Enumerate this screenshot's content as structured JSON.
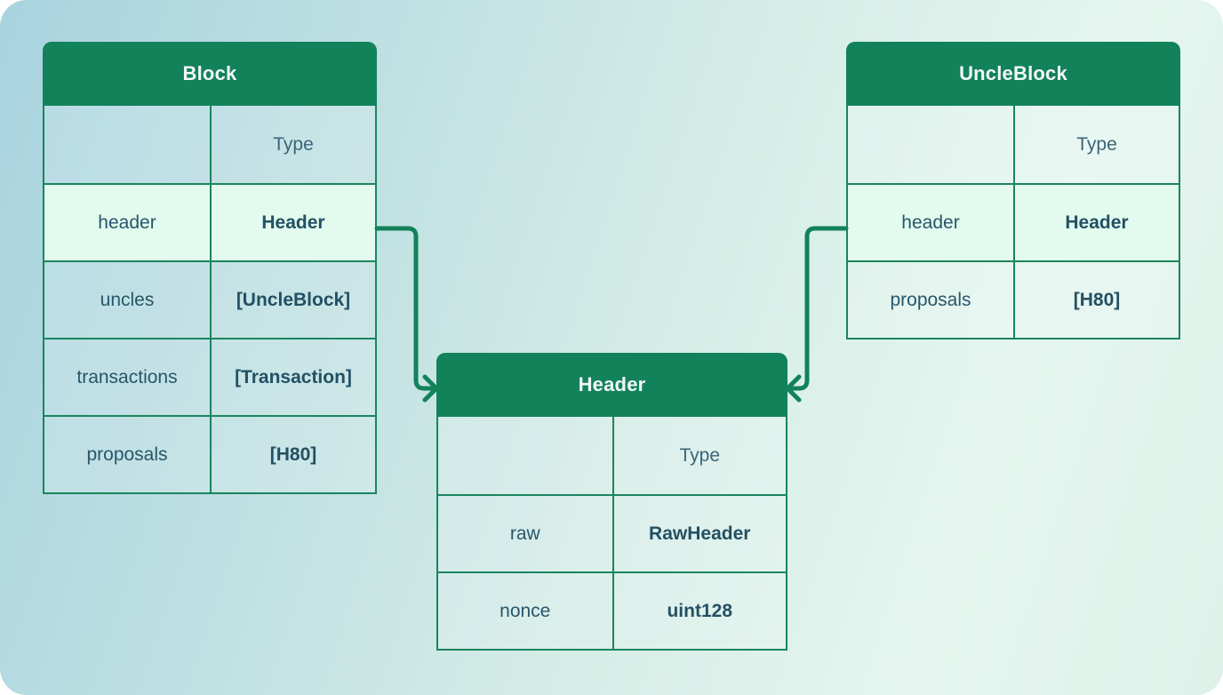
{
  "theme": {
    "accent_green": "#12825b",
    "border_green": "#1a855e",
    "title_text": "#f2f8f5",
    "field_text": "#27566a",
    "type_header_text": "#3b657a",
    "type_text": "#235064",
    "highlight_bg": "#e2fbee"
  },
  "tables": [
    {
      "id": "block",
      "title": "Block",
      "type_header": "Type",
      "rows": [
        {
          "field": "header",
          "type": "Header",
          "highlight": true
        },
        {
          "field": "uncles",
          "type": "[UncleBlock]",
          "highlight": false
        },
        {
          "field": "transactions",
          "type": "[Transaction]",
          "highlight": false
        },
        {
          "field": "proposals",
          "type": "[H80]",
          "highlight": false
        }
      ]
    },
    {
      "id": "uncleblock",
      "title": "UncleBlock",
      "type_header": "Type",
      "rows": [
        {
          "field": "header",
          "type": "Header",
          "highlight": true
        },
        {
          "field": "proposals",
          "type": "[H80]",
          "highlight": false
        }
      ]
    },
    {
      "id": "header",
      "title": "Header",
      "type_header": "Type",
      "rows": [
        {
          "field": "raw",
          "type": "RawHeader",
          "highlight": false
        },
        {
          "field": "nonce",
          "type": "uint128",
          "highlight": false
        }
      ]
    }
  ],
  "connections": [
    {
      "from": "Block.header",
      "to": "Header"
    },
    {
      "from": "UncleBlock.header",
      "to": "Header"
    }
  ]
}
